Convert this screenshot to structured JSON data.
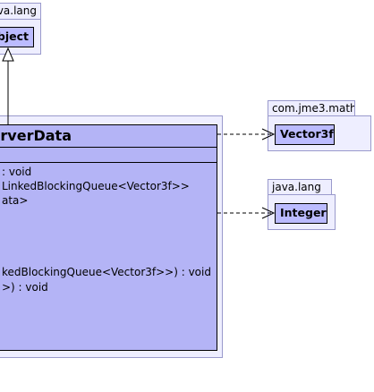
{
  "packages": {
    "java_lang_top": {
      "label": "java.lang",
      "class_name": "Object"
    },
    "jme3_math": {
      "label": "com.jme3.math",
      "class_name": "Vector3f"
    },
    "java_lang_right": {
      "label": "java.lang",
      "class_name": "Integer"
    }
  },
  "main_class": {
    "title_visible": "erverData",
    "members": [
      ": void",
      "LinkedBlockingQueue<Vector3f>>",
      "ata>",
      "kedBlockingQueue<Vector3f>>) : void",
      ">) : void"
    ]
  },
  "relations": [
    {
      "kind": "generalization",
      "from": "main_class",
      "to": "Object"
    },
    {
      "kind": "dependency",
      "from": "main_class",
      "to": "Vector3f"
    },
    {
      "kind": "dependency",
      "from": "main_class",
      "to": "Integer"
    }
  ],
  "colors": {
    "package_fill": "#eeeeff",
    "package_border": "#9a9acc",
    "class_fill": "#bbbbff",
    "main_class_fill": "#b4b4f6"
  }
}
